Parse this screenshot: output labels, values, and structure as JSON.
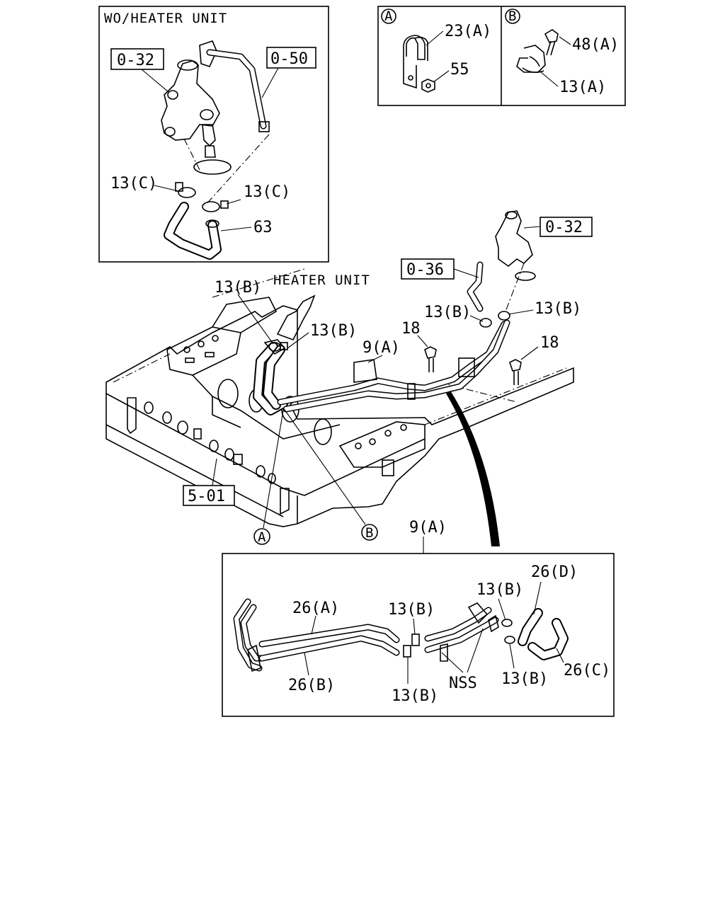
{
  "inset_top_left": {
    "title": "WO/HEATER UNIT",
    "refs": [
      "0-32",
      "0-50"
    ],
    "labels": [
      "13(C)",
      "13(C)",
      "63"
    ]
  },
  "inset_clips": {
    "a_circle": "A",
    "b_circle": "B",
    "a_labels": [
      "23(A)",
      "55"
    ],
    "b_labels": [
      "48(A)",
      "13(A)"
    ]
  },
  "main": {
    "refs": [
      "0-32",
      "0-36",
      "5-01"
    ],
    "heater_unit": "HEATER UNIT",
    "labels": {
      "l13b_1": "13(B)",
      "l13b_2": "13(B)",
      "l13b_3": "13(B)",
      "l13b_4": "13(B)",
      "l18_1": "18",
      "l18_2": "18",
      "l9a": "9(A)",
      "l9a_bottom": "9(A)"
    },
    "callout_a": "A",
    "callout_b": "B"
  },
  "inset_bottom": {
    "labels": {
      "l26a": "26(A)",
      "l26b": "26(B)",
      "l26c": "26(C)",
      "l26d": "26(D)",
      "l13b_1": "13(B)",
      "l13b_2": "13(B)",
      "l13b_3": "13(B)",
      "l13b_4": "13(B)",
      "nss": "NSS"
    }
  }
}
